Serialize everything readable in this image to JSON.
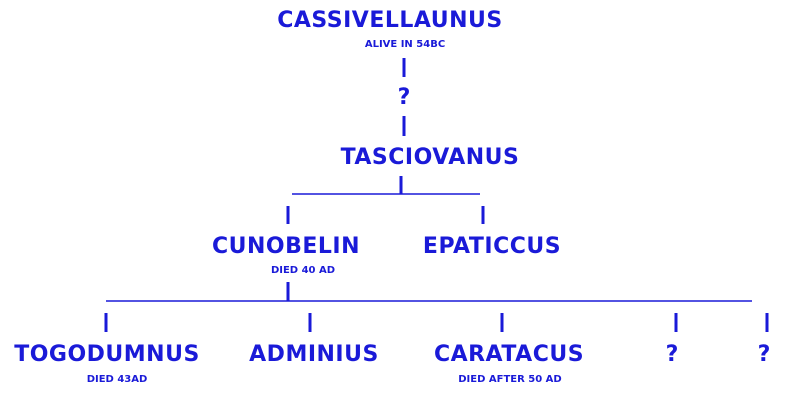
{
  "colors": {
    "ink": "#1a1ad8",
    "background": "#ffffff"
  },
  "people": {
    "cassivellaunus": {
      "name": "CASSIVELLAUNUS",
      "note": "ALIVE IN 54BC"
    },
    "gap": {
      "label": "?"
    },
    "tasciovanus": {
      "name": "TASCIOVANUS"
    },
    "cunobelin": {
      "name": "CUNOBELIN",
      "note": "DIED 40 AD"
    },
    "epaticcus": {
      "name": "EPATICCUS"
    },
    "togodumnus": {
      "name": "TOGODUMNUS",
      "note": "DIED 43AD"
    },
    "adminius": {
      "name": "ADMINIUS"
    },
    "caratacus": {
      "name": "CARATACUS",
      "note": "DIED AFTER 50 AD"
    },
    "unknown1": {
      "label": "?"
    },
    "unknown2": {
      "label": "?"
    }
  }
}
